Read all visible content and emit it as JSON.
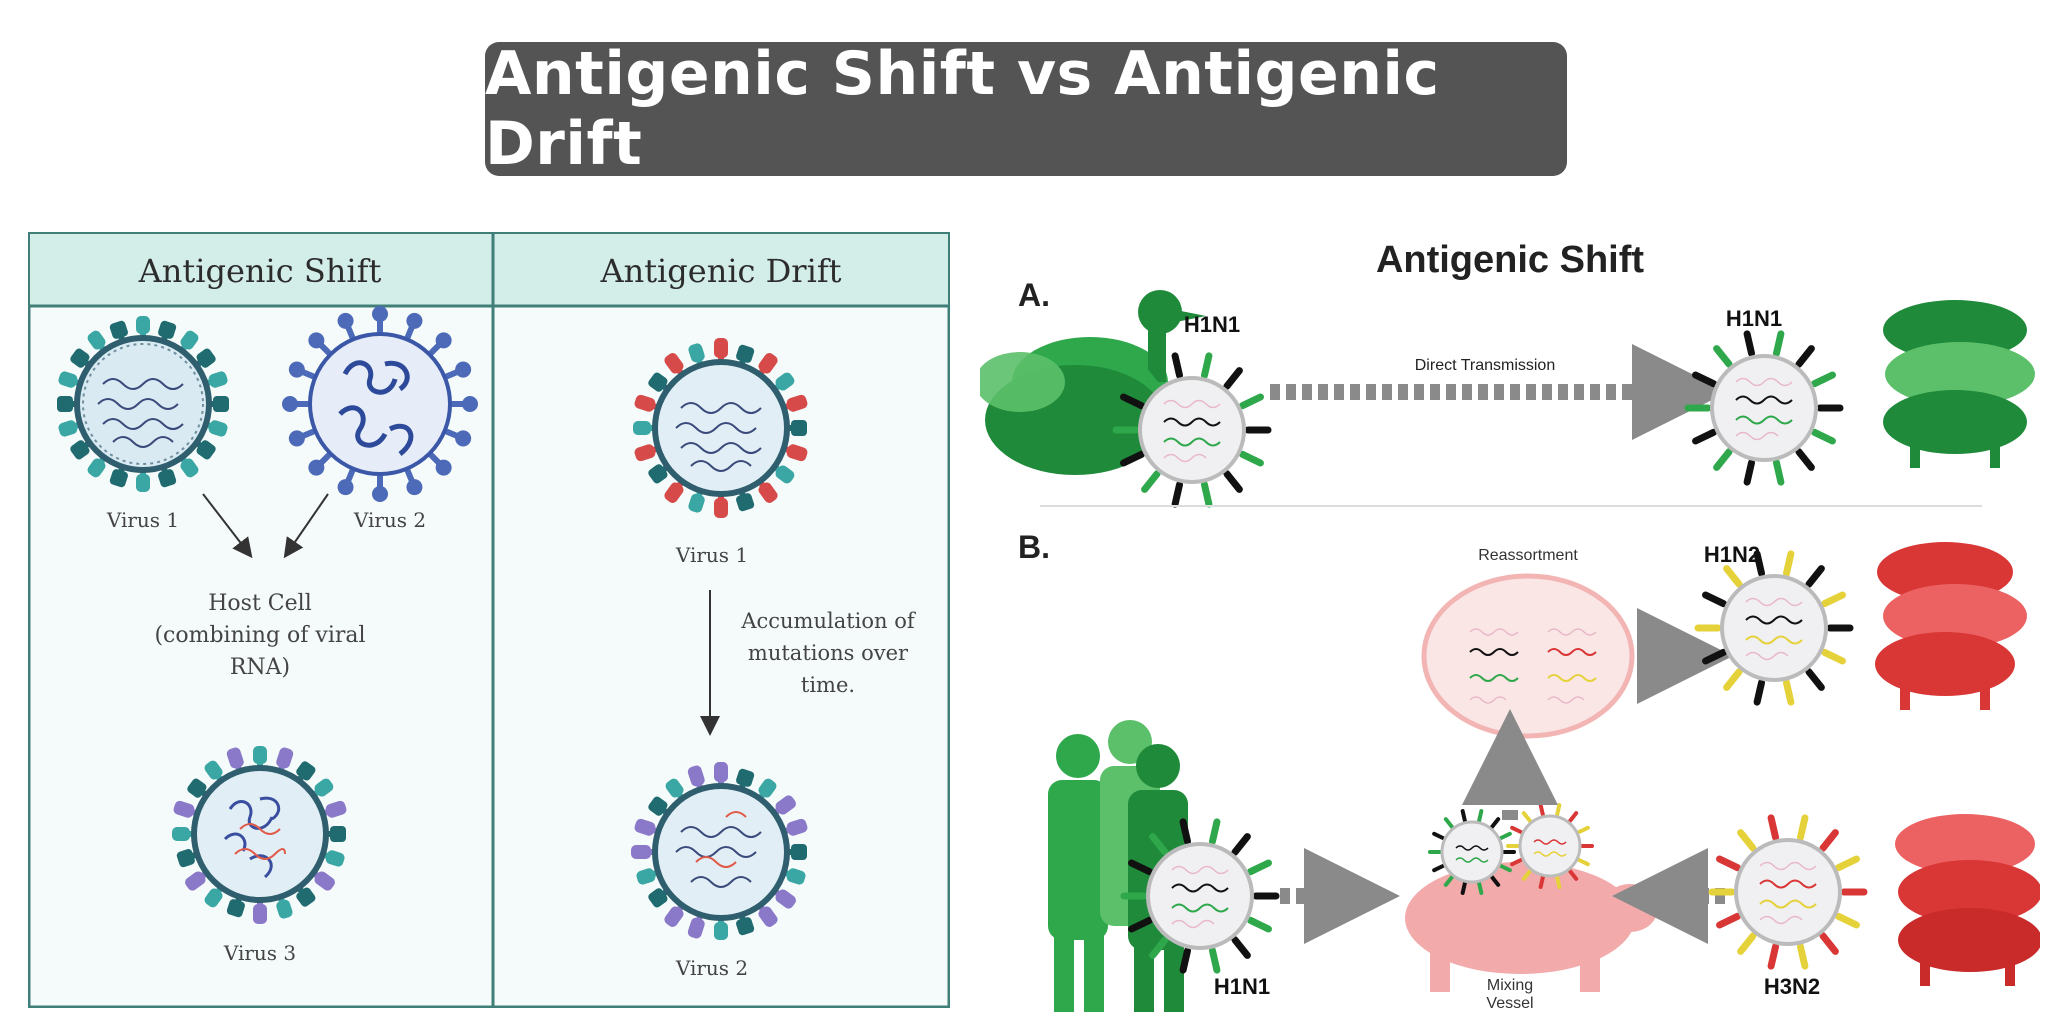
{
  "header": {
    "title": "Antigenic Shift vs Antigenic Drift"
  },
  "left_table": {
    "columns": [
      "Antigenic Shift",
      "Antigenic Drift"
    ],
    "shift": {
      "virus1_label": "Virus 1",
      "virus2_label": "Virus 2",
      "host_cell_lines": [
        "Host Cell",
        "(combining of viral",
        "RNA)"
      ],
      "virus3_label": "Virus 3"
    },
    "drift": {
      "virus1_label": "Virus 1",
      "mutation_lines": [
        "Accumulation of",
        "mutations over",
        "time."
      ],
      "virus2_label": "Virus 2"
    }
  },
  "right_diagram": {
    "title": "Antigenic Shift",
    "panel_a": {
      "label": "A.",
      "left_strain": "H1N1",
      "arrow_label": "Direct Transmission",
      "right_strain": "H1N1"
    },
    "panel_b": {
      "label": "B.",
      "reassortment_label": "Reassortment",
      "new_strain": "H1N2",
      "human_strain": "H1N1",
      "mixing_vessel_lines": [
        "Mixing",
        "Vessel"
      ],
      "pig_strain": "H3N2"
    }
  },
  "colors": {
    "title_bg": "#545454",
    "table_border": "#3f7f78",
    "table_header": "#d3ede9",
    "table_body": "#f4fbfa",
    "teal": "#3aa7a4",
    "blue": "#4d6ab8",
    "red": "#d64a4a",
    "purple": "#8a78c8",
    "green_dark": "#1e8a3a",
    "green_mid": "#2ea84b",
    "green_light": "#5cc06a",
    "red_pig": "#d93636",
    "pink_pig": "#f2aaaa",
    "arrow_gray": "#8a8a8a"
  }
}
